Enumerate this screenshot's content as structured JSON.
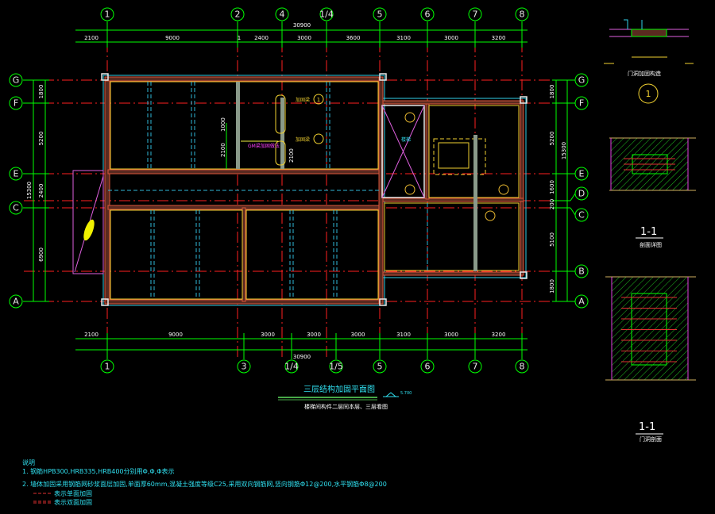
{
  "drawing": {
    "title": "三层结构加固平面图",
    "subtitle": "楼梯间构件二层同本层、三层看图",
    "elevation": "5.700"
  },
  "grid": {
    "top_axes": [
      "1",
      "2",
      "4",
      "1/4",
      "5",
      "6",
      "7",
      "8"
    ],
    "bottom_axes": [
      "1",
      "3",
      "1/4",
      "1/5",
      "5",
      "6",
      "7",
      "8"
    ],
    "left_axes": [
      "G",
      "F",
      "E",
      "C",
      "A"
    ],
    "right_axes": [
      "G",
      "F",
      "E",
      "D",
      "C",
      "B",
      "A"
    ]
  },
  "dimensions": {
    "top_total": "30900",
    "top": [
      "2100",
      "9000",
      "1",
      "2400",
      "3000",
      "3600",
      "3100",
      "3000",
      "3200"
    ],
    "bottom_total": "30900",
    "bottom": [
      "2100",
      "9000",
      "3000",
      "3000",
      "3000",
      "3100",
      "3000",
      "3200"
    ],
    "left_total": "15300",
    "left": [
      "1800",
      "5200",
      "2400",
      "6900"
    ],
    "right_total": "15300",
    "right": [
      "1800",
      "5200",
      "1600",
      "200",
      "5100",
      "1800"
    ]
  },
  "plan_labels": {
    "tag1": "加固梁",
    "tag2": "加固梁",
    "beam_note": "GM梁加固做法",
    "dim_a": "1000",
    "dim_b": "2100",
    "dim_c": "2100",
    "stair": "楼梯",
    "marker": "1"
  },
  "details": {
    "wall_detail_title": "门洞加固构造",
    "wall_marker": "1",
    "section1_label": "1-1",
    "section1_caption": "剖面详图",
    "section2_label": "1-1",
    "section2_caption": "门洞剖面"
  },
  "notes": {
    "heading": "说明",
    "items": [
      "1. 钢筋HPB300,HRB335,HRB400分别用Φ,Φ,Φ表示",
      "2. 墙体加固采用钢筋网砂浆面层加固,单面厚60mm,混凝土强度等级C25,采用双向钢筋网,竖向钢筋Φ12@200,水平钢筋Φ8@200"
    ],
    "legend": [
      {
        "label": "表示单面加固",
        "color": "#e03030"
      },
      {
        "label": "表示双面加固",
        "color": "#e03030"
      }
    ]
  }
}
